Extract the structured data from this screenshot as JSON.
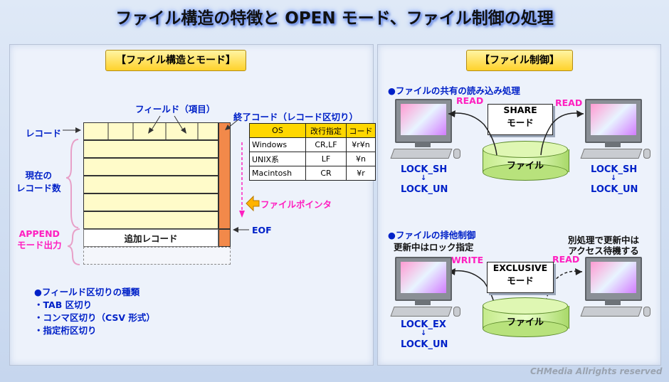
{
  "title": "ファイル構造の特徴と OPEN モード、ファイル制御の処理",
  "left_panel": {
    "heading": "【ファイル構造とモード】",
    "field_label": "フィールド（項目）",
    "record_label": "レコード",
    "current_records_label": "現在の\nレコード数",
    "append_label": "APPEND\nモード出力",
    "add_record_label": "追加レコード",
    "terminator_label": "終了コード（レコード区切り）",
    "file_pointer_label": "ファイルポインタ",
    "eof_label": "EOF",
    "os_table": {
      "headers": [
        "OS",
        "改行指定",
        "コード"
      ],
      "rows": [
        [
          "Windows",
          "CR,LF",
          "¥r¥n"
        ],
        [
          "UNIX系",
          "LF",
          "¥n"
        ],
        [
          "Macintosh",
          "CR",
          "¥r"
        ]
      ]
    },
    "delimiters": {
      "heading": "●フィールド区切りの種類",
      "items": [
        "・TAB 区切り",
        "・コンマ区切り（CSV 形式）",
        "・指定桁区切り"
      ]
    }
  },
  "right_panel": {
    "heading": "【ファイル制御】",
    "shared": {
      "heading": "●ファイルの共有の読み込み処理",
      "read_left": "READ",
      "read_right": "READ",
      "mode_line1": "SHARE",
      "mode_line2": "モード",
      "file_label": "ファイル",
      "left_lock": "LOCK_SH",
      "left_unlock": "LOCK_UN",
      "right_lock": "LOCK_SH",
      "right_unlock": "LOCK_UN",
      "arrow": "↓"
    },
    "exclusive": {
      "heading": "●ファイルの排他制御",
      "subheading": "更新中はロック指定",
      "write_label": "WRITE",
      "read_label": "READ",
      "right_note": "別処理で更新中は\nアクセス待機する",
      "mode_line1": "EXCLUSIVE",
      "mode_line2": "モード",
      "file_label": "ファイル",
      "lock": "LOCK_EX",
      "unlock": "LOCK_UN",
      "arrow": "↓"
    }
  },
  "footer": "CHMedia Allrights reserved"
}
